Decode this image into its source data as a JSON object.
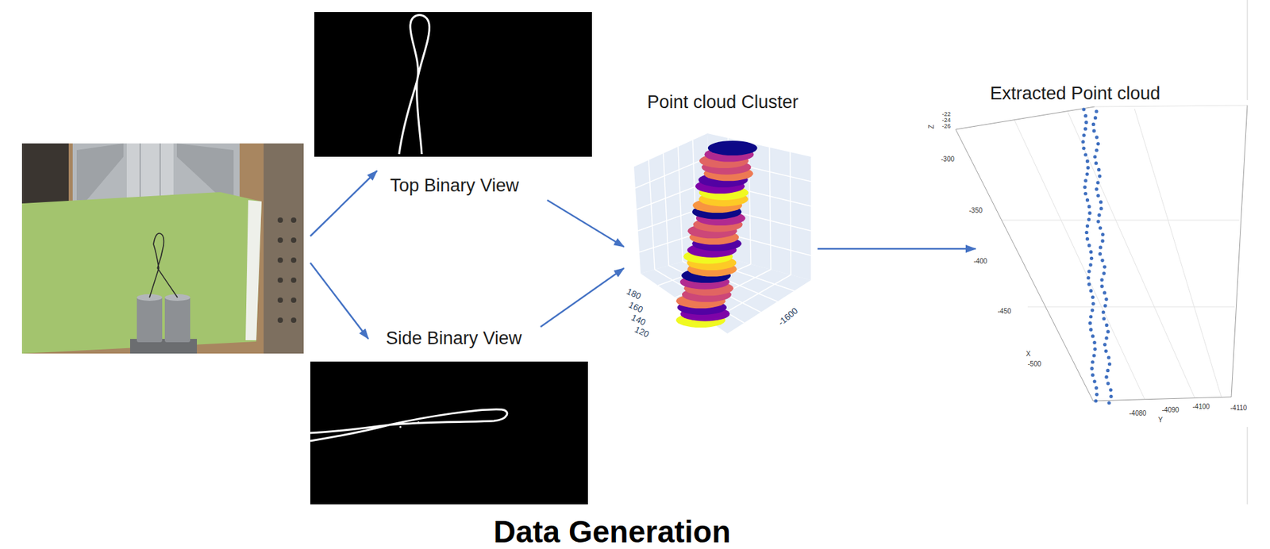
{
  "diagram": {
    "caption": "Data Generation",
    "nodes": [
      {
        "text": [
          "Top Binary View"
        ]
      },
      {
        "text": [
          "Side Binary View"
        ]
      },
      {
        "text": [
          "Point cloud Cluster"
        ]
      },
      {
        "text": [
          "Extracted Point cloud"
        ]
      }
    ],
    "edges": [
      {
        "from": 0,
        "to": 2,
        "arrow": "to"
      },
      {
        "from": 1,
        "to": 2,
        "arrow": "to"
      },
      {
        "from": 2,
        "to": 3,
        "arrow": "to"
      }
    ],
    "labels": [
      "180",
      "160",
      "140",
      "120",
      "-1600",
      "-22",
      "-24",
      "-26",
      "Z",
      "-300",
      "-350",
      "-400",
      "-450",
      "X",
      "-500",
      "-4080",
      "-4090",
      "-4100",
      "-4110",
      "Y"
    ]
  }
}
